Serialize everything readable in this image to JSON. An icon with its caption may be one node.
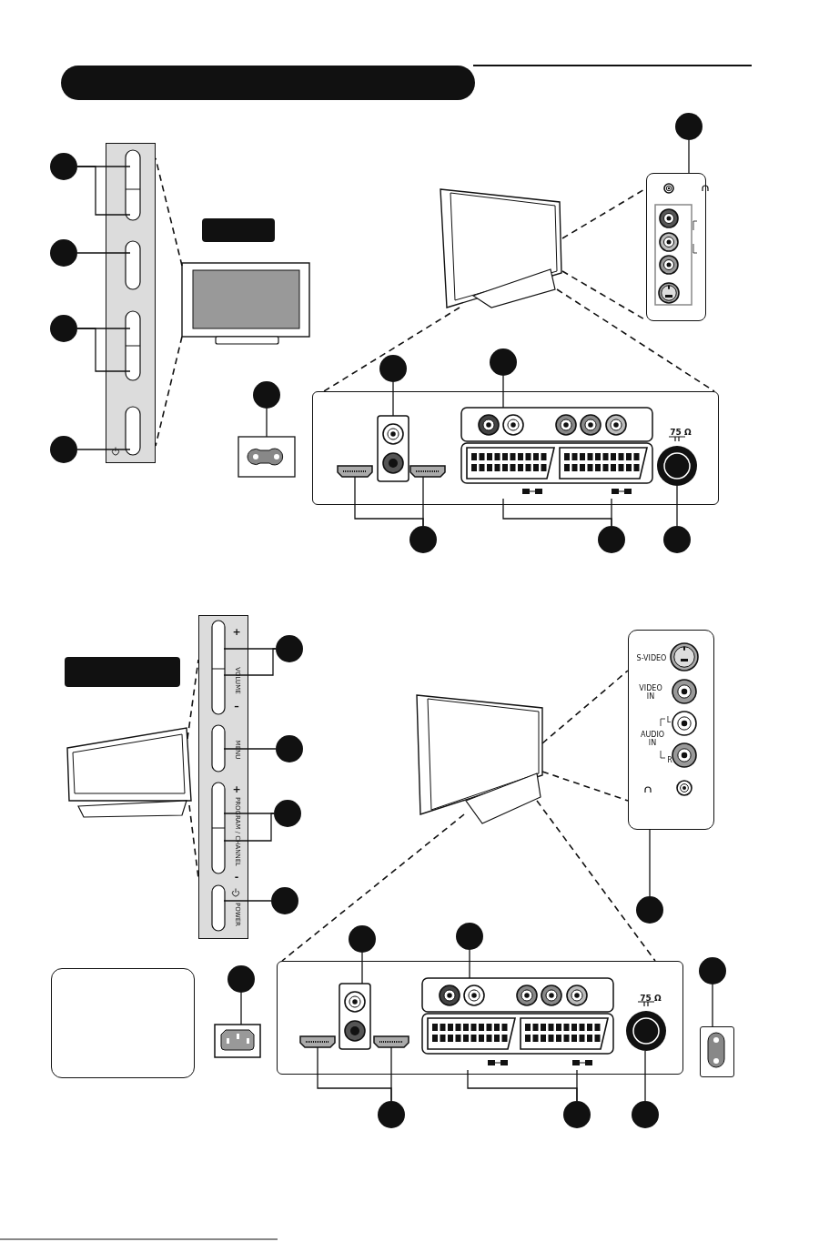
{
  "diagram": {
    "nodes": [
      {
        "text": [],
        "shape": "circle"
      },
      {
        "text": [],
        "shape": "circle"
      },
      {
        "text": [],
        "shape": "circle"
      },
      {
        "text": [],
        "shape": "circle"
      },
      {
        "text": [],
        "shape": "circle"
      },
      {
        "text": [],
        "shape": "circle"
      },
      {
        "text": [],
        "shape": "circle"
      },
      {
        "text": [],
        "shape": "circle"
      },
      {
        "text": [],
        "shape": "circle"
      },
      {
        "text": [],
        "shape": "circle"
      },
      {
        "text": [],
        "shape": "circle"
      },
      {
        "text": [],
        "shape": "circle"
      },
      {
        "text": [],
        "shape": "circle"
      },
      {
        "text": [],
        "shape": "circle"
      },
      {
        "text": [],
        "shape": "circle"
      },
      {
        "text": [],
        "shape": "circle"
      },
      {
        "text": [],
        "shape": "circle"
      },
      {
        "text": [],
        "shape": "circle"
      },
      {
        "text": [],
        "shape": "circle"
      },
      {
        "text": [],
        "shape": "circle"
      },
      {
        "text": [],
        "shape": "circle"
      },
      {
        "text": [],
        "shape": "circle"
      },
      {
        "text": [],
        "shape": "circle"
      },
      {
        "text": [],
        "shape": "bar"
      },
      {
        "text": [],
        "shape": "box"
      },
      {
        "text": [],
        "shape": "bar"
      },
      {
        "text": [],
        "shape": "picture"
      },
      {
        "text": [],
        "shape": "picture"
      },
      {
        "text": [],
        "shape": "box"
      },
      {
        "text": [
          "75 Ω"
        ]
      },
      {
        "text": [],
        "shape": "box"
      },
      {
        "text": [
          "+",
          "VOLUME",
          "–",
          "MENU",
          "+",
          "PROGRAM / CHANNEL",
          "-",
          "POWER"
        ]
      },
      {
        "text": [],
        "shape": "bar"
      },
      {
        "text": [],
        "shape": "picture"
      },
      {
        "text": [],
        "shape": "picture"
      },
      {
        "text": [
          "S-VIDEO",
          "VIDEO IN",
          "L",
          "AUDIO IN",
          "R"
        ]
      },
      {
        "text": [],
        "shape": "box"
      },
      {
        "text": [
          "75 Ω"
        ]
      }
    ],
    "edges": [
      {
        "from": 0,
        "to": 24,
        "arrow": "none"
      },
      {
        "from": 0,
        "to": 24,
        "arrow": "none"
      },
      {
        "from": 1,
        "to": 24,
        "arrow": "none"
      },
      {
        "from": 2,
        "to": 24,
        "arrow": "none"
      },
      {
        "from": 2,
        "to": 24,
        "arrow": "none"
      },
      {
        "from": 3,
        "to": 24,
        "arrow": "none"
      },
      {
        "from": 4,
        "to": 28,
        "arrow": "none"
      },
      {
        "from": 5,
        "to": null,
        "arrow": "none"
      },
      {
        "from": 6,
        "to": 29,
        "arrow": "none"
      },
      {
        "from": 7,
        "to": 29,
        "arrow": "none"
      },
      {
        "from": 8,
        "to": 29,
        "arrow": "none"
      },
      {
        "from": 8,
        "to": 29,
        "arrow": "none"
      },
      {
        "from": 9,
        "to": 29,
        "arrow": "none"
      },
      {
        "from": 9,
        "to": 29,
        "arrow": "none"
      },
      {
        "from": 10,
        "to": 29,
        "arrow": "none"
      },
      {
        "from": 11,
        "to": 31,
        "arrow": "none"
      },
      {
        "from": 11,
        "to": 31,
        "arrow": "none"
      },
      {
        "from": 12,
        "to": 31,
        "arrow": "none"
      },
      {
        "from": 13,
        "to": 31,
        "arrow": "none"
      },
      {
        "from": 13,
        "to": 31,
        "arrow": "none"
      },
      {
        "from": 14,
        "to": 31,
        "arrow": "none"
      },
      {
        "from": 15,
        "to": 35,
        "arrow": "none"
      },
      {
        "from": 16,
        "to": null,
        "arrow": "none"
      },
      {
        "from": 17,
        "to": 37,
        "arrow": "none"
      },
      {
        "from": 18,
        "to": 37,
        "arrow": "none"
      },
      {
        "from": 19,
        "to": 30,
        "arrow": "none"
      },
      {
        "from": 20,
        "to": 37,
        "arrow": "none"
      },
      {
        "from": 20,
        "to": 37,
        "arrow": "none"
      },
      {
        "from": 21,
        "to": 37,
        "arrow": "none"
      },
      {
        "from": 21,
        "to": 37,
        "arrow": "none"
      },
      {
        "from": 22,
        "to": 37,
        "arrow": "none"
      },
      {
        "from": 26,
        "to": 24,
        "arrow": "none",
        "style": "dashed"
      },
      {
        "from": 26,
        "to": 24,
        "arrow": "none",
        "style": "dashed"
      },
      {
        "from": 27,
        "to": 28,
        "arrow": "none",
        "style": "dashed"
      },
      {
        "from": 27,
        "to": 28,
        "arrow": "none",
        "style": "dashed"
      },
      {
        "from": 27,
        "to": 29,
        "arrow": "none",
        "style": "dashed"
      },
      {
        "from": 27,
        "to": 29,
        "arrow": "none",
        "style": "dashed"
      },
      {
        "from": 33,
        "to": 31,
        "arrow": "none",
        "style": "dashed"
      },
      {
        "from": 33,
        "to": 31,
        "arrow": "none",
        "style": "dashed"
      },
      {
        "from": 34,
        "to": 35,
        "arrow": "none",
        "style": "dashed"
      },
      {
        "from": 34,
        "to": 35,
        "arrow": "none",
        "style": "dashed"
      },
      {
        "from": 34,
        "to": 37,
        "arrow": "none",
        "style": "dashed"
      },
      {
        "from": 34,
        "to": 37,
        "arrow": "none",
        "style": "dashed"
      }
    ]
  }
}
